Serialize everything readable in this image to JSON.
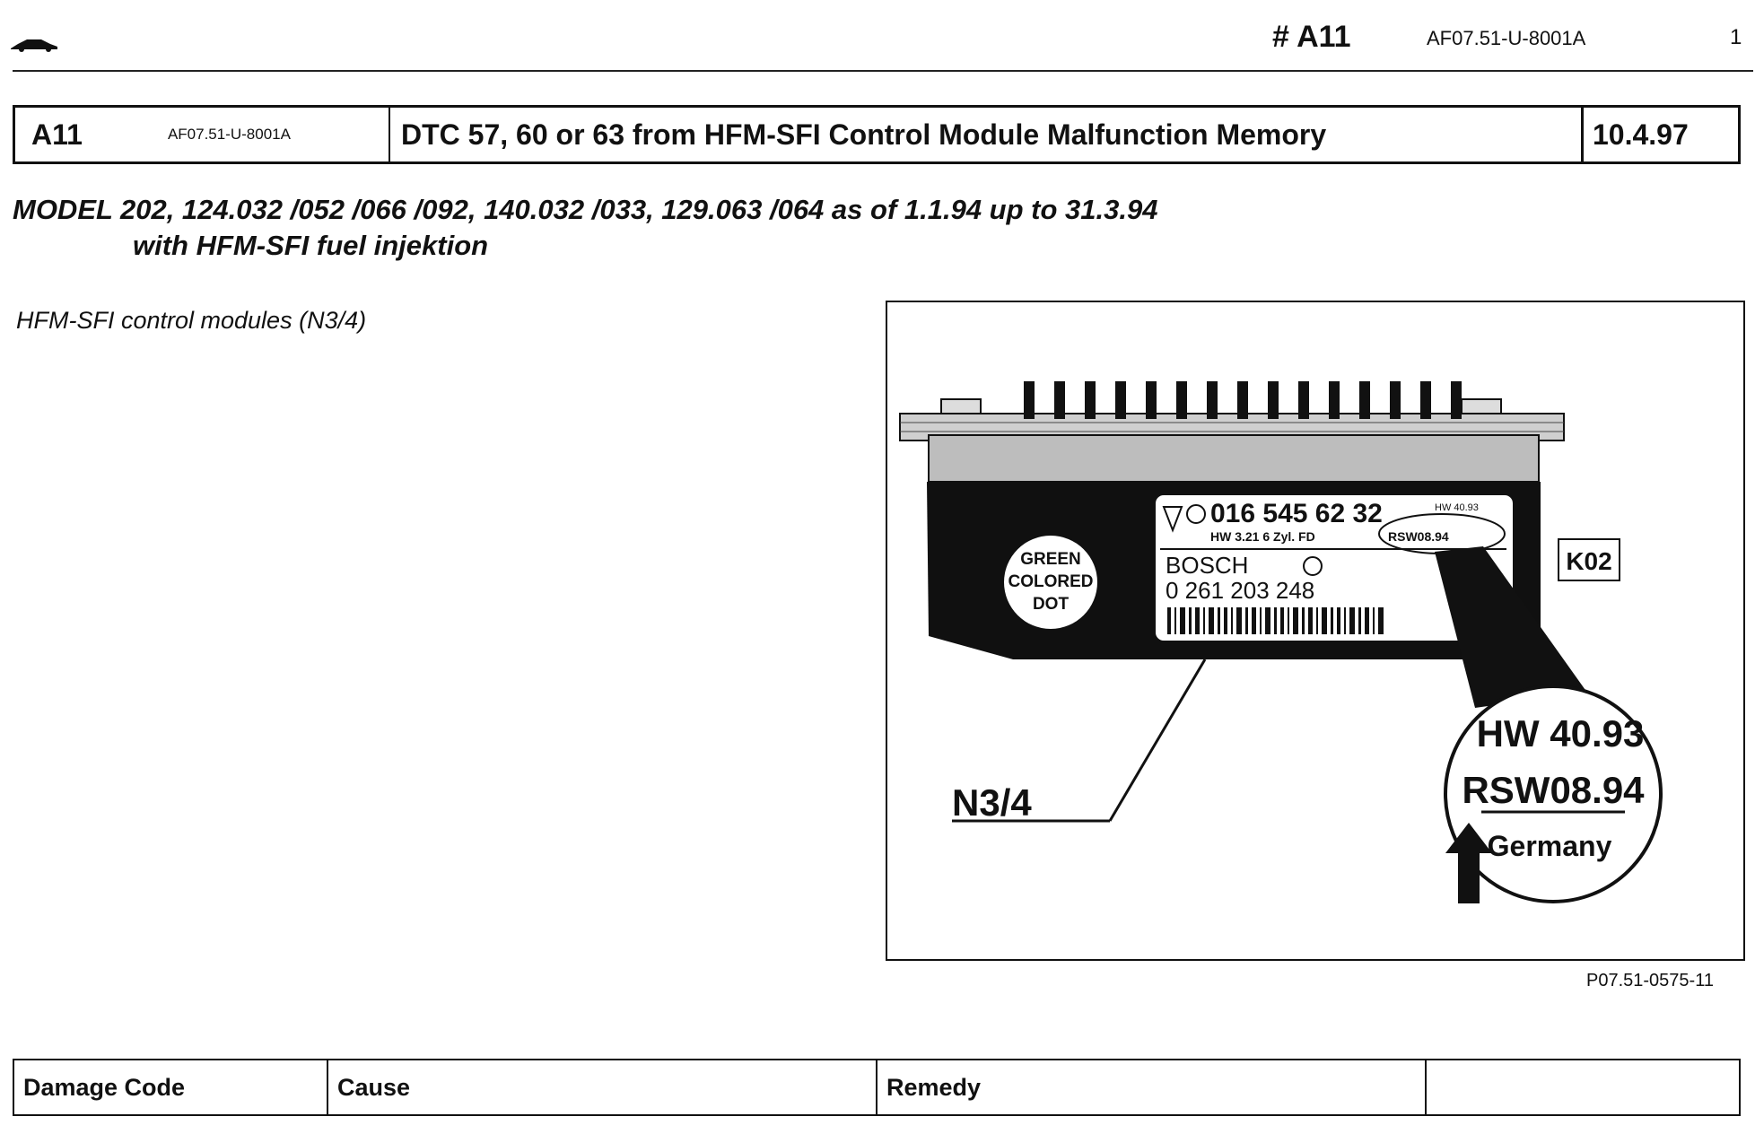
{
  "header": {
    "ref": "# A11",
    "code": "AF07.51-U-8001A",
    "page": "1"
  },
  "title_table": {
    "ref": "A11",
    "code": "AF07.51-U-8001A",
    "title": "DTC 57, 60 or 63 from HFM-SFI Control Module Malfunction Memory",
    "date": "10.4.97"
  },
  "model": {
    "line1": "MODEL 202, 124.032 /052 /066 /092, 140.032 /033, 129.063 /064 as of 1.1.94 up to 31.3.94",
    "line2": "with HFM-SFI fuel injektion"
  },
  "section": {
    "label": "HFM-SFI control modules (N3/4)"
  },
  "figure": {
    "dot_label_1": "GREEN",
    "dot_label_2": "COLORED",
    "dot_label_3": "DOT",
    "part_number": "016 545 62 32",
    "hw_small": "HW 3.21 6 Zyl. FD",
    "rsw_small": "RSW08.94",
    "hw_mini": "HW 40.93",
    "brand": "BOSCH",
    "bosch_number": "0 261 203 248",
    "k02": "K02",
    "n34": "N3/4",
    "zoom_hw": "HW 40.93",
    "zoom_rsw": "RSW08.94",
    "zoom_country": "Germany",
    "ref": "P07.51-0575-11"
  },
  "damage_table": {
    "col1": "Damage Code",
    "col2": "Cause",
    "col3": "Remedy",
    "col4": ""
  },
  "icons": {
    "car": "car-icon",
    "arrow": "arrow-up-icon"
  }
}
